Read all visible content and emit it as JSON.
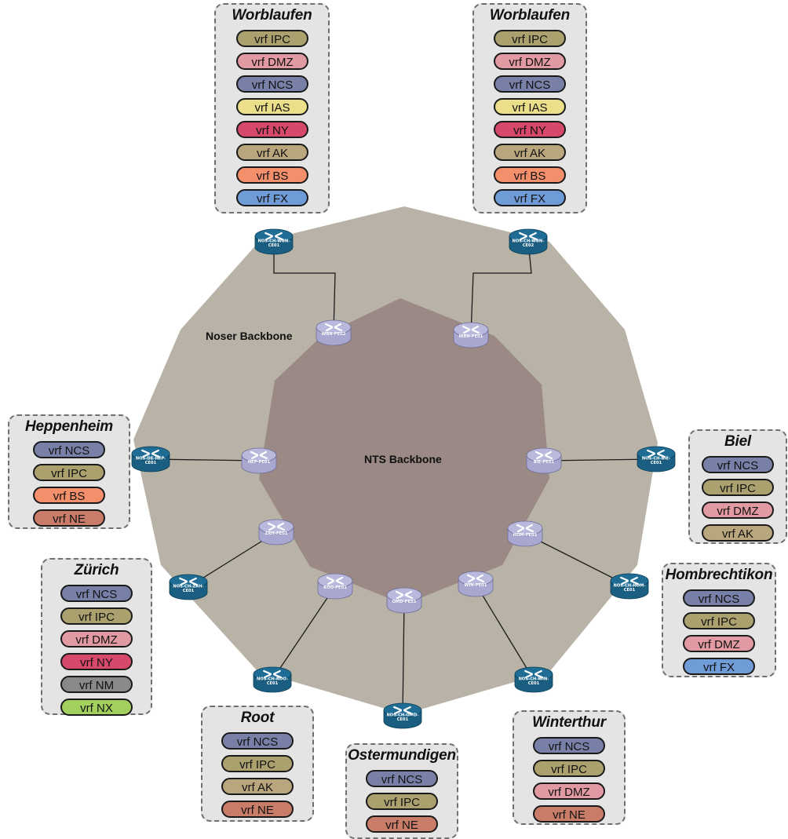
{
  "backbones": {
    "outer_label": "Noser Backbone",
    "inner_label": "NTS Backbone"
  },
  "colors": {
    "outer_backbone": "#b8b3a6",
    "inner_backbone": "#9b8985",
    "ce_router": "#1a5f82",
    "pe_router": "#a7a7d0",
    "site_box": "#e4e4e4"
  },
  "vrf_colors": {
    "vrf IPC": "#aba16f",
    "vrf DMZ": "#e19aa1",
    "vrf NCS": "#7880a8",
    "vrf IAS": "#ebe089",
    "vrf NY": "#d7496a",
    "vrf AK": "#baa67d",
    "vrf BS": "#f48f6b",
    "vrf FX": "#6f9bd7",
    "vrf NE": "#c97d68",
    "vrf NM": "#898989",
    "vrf NX": "#a3cf5f"
  },
  "pe_routers": [
    {
      "id": "wbn2",
      "label": "WBN-PE02"
    },
    {
      "id": "wbn1",
      "label": "WBN-PE01"
    },
    {
      "id": "hep",
      "label": "HEP-PE01"
    },
    {
      "id": "bie",
      "label": "BIE-PE01"
    },
    {
      "id": "zrh",
      "label": "ZRH-PE01"
    },
    {
      "id": "hom",
      "label": "HOM-PE01"
    },
    {
      "id": "roo",
      "label": "ROO-PE01"
    },
    {
      "id": "win",
      "label": "WIN-PE01"
    },
    {
      "id": "omd",
      "label": "OMD-PE01"
    }
  ],
  "ce_routers": [
    {
      "id": "ce_wbn1",
      "label": "NOS-CH-WBN-\nCE01"
    },
    {
      "id": "ce_wbn2",
      "label": "NOS-CH-WBN-\nCE02"
    },
    {
      "id": "ce_hep",
      "label": "NOS-DE-HEP-\nCE01"
    },
    {
      "id": "ce_bie",
      "label": "NOS-CH-BIE-\nCE01"
    },
    {
      "id": "ce_zrh",
      "label": "NOS-CH-ZRH-\nCE01"
    },
    {
      "id": "ce_hom",
      "label": "NOS-CH-HOM-\nCE01"
    },
    {
      "id": "ce_roo",
      "label": "NOS-CH-ROO-\nCE01"
    },
    {
      "id": "ce_win",
      "label": "NOS-CH-WIN-\nCE01"
    },
    {
      "id": "ce_omd",
      "label": "NOS-CH-OMD-\nCE01"
    }
  ],
  "sites": [
    {
      "id": "worblaufen-left",
      "title": "Worblaufen",
      "vrfs": [
        "vrf IPC",
        "vrf DMZ",
        "vrf NCS",
        "vrf IAS",
        "vrf NY",
        "vrf AK",
        "vrf BS",
        "vrf FX"
      ]
    },
    {
      "id": "worblaufen-right",
      "title": "Worblaufen",
      "vrfs": [
        "vrf IPC",
        "vrf DMZ",
        "vrf NCS",
        "vrf IAS",
        "vrf NY",
        "vrf AK",
        "vrf BS",
        "vrf FX"
      ]
    },
    {
      "id": "heppenheim",
      "title": "Heppenheim",
      "vrfs": [
        "vrf NCS",
        "vrf IPC",
        "vrf BS",
        "vrf NE"
      ]
    },
    {
      "id": "biel",
      "title": "Biel",
      "vrfs": [
        "vrf NCS",
        "vrf IPC",
        "vrf DMZ",
        "vrf AK"
      ]
    },
    {
      "id": "zurich",
      "title": "Zürich",
      "vrfs": [
        "vrf NCS",
        "vrf IPC",
        "vrf DMZ",
        "vrf NY",
        "vrf NM",
        "vrf NX"
      ]
    },
    {
      "id": "hombrechtikon",
      "title": "Hombrechtikon",
      "vrfs": [
        "vrf NCS",
        "vrf IPC",
        "vrf DMZ",
        "vrf FX"
      ]
    },
    {
      "id": "root",
      "title": "Root",
      "vrfs": [
        "vrf NCS",
        "vrf IPC",
        "vrf AK",
        "vrf NE"
      ]
    },
    {
      "id": "ostermundigen",
      "title": "Ostermundigen",
      "vrfs": [
        "vrf NCS",
        "vrf IPC",
        "vrf NE"
      ]
    },
    {
      "id": "winterthur",
      "title": "Winterthur",
      "vrfs": [
        "vrf NCS",
        "vrf IPC",
        "vrf DMZ",
        "vrf NE"
      ]
    }
  ]
}
